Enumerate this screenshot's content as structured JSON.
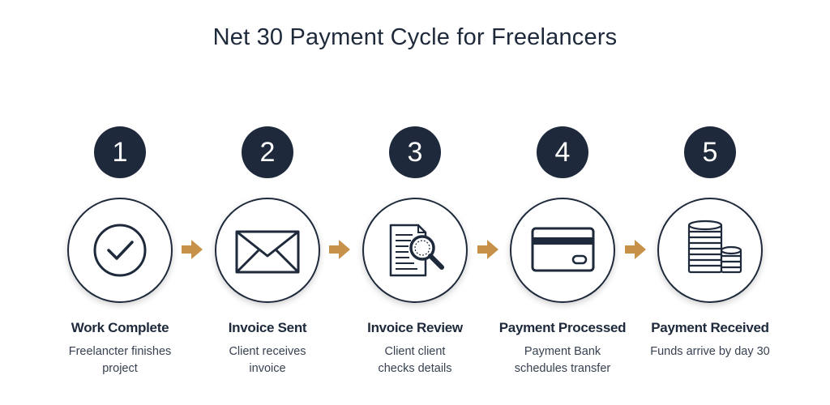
{
  "title": "Net 30 Payment Cycle for Freelancers",
  "colors": {
    "navy": "#1e2a3b",
    "arrow": "#c8914a"
  },
  "steps": [
    {
      "number": "1",
      "label": "Work Complete",
      "desc_line1": "Freelancter finishes",
      "desc_line2": "project",
      "icon": "checkmark-icon"
    },
    {
      "number": "2",
      "label": "Invoice Sent",
      "desc_line1": "Client receives",
      "desc_line2": "invoice",
      "icon": "envelope-icon"
    },
    {
      "number": "3",
      "label": "Invoice Review",
      "desc_line1": "Client client",
      "desc_line2": "checks details",
      "icon": "document-magnifier-icon"
    },
    {
      "number": "4",
      "label": "Payment Processed",
      "desc_line1": "Payment Bank",
      "desc_line2": "schedules transfer",
      "icon": "credit-card-icon"
    },
    {
      "number": "5",
      "label": "Payment Received",
      "desc_line1": "Funds arrive by day 30",
      "desc_line2": "",
      "icon": "coin-stacks-icon"
    }
  ]
}
